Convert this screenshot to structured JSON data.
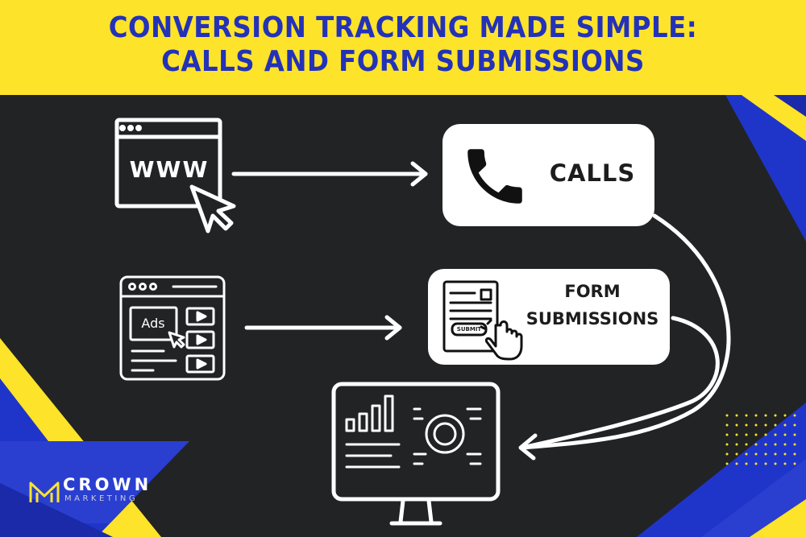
{
  "title": {
    "line1": "CONVERSION TRACKING MADE SIMPLE:",
    "line2": "CALLS AND FORM SUBMISSIONS"
  },
  "website_icon": {
    "text": "WWW"
  },
  "ads_icon": {
    "text": "Ads"
  },
  "calls_node": {
    "label": "CALLS",
    "icon": "phone-icon"
  },
  "form_node": {
    "label_line1": "FORM",
    "label_line2": "SUBMISSIONS",
    "icon": "form-submit-icon",
    "button_text": "SUBMIT"
  },
  "dashboard": {
    "icon": "analytics-monitor-icon"
  },
  "brand": {
    "name": "CROWN",
    "sub": "MARKETING"
  },
  "colors": {
    "yellow": "#fde32a",
    "blue": "#2332b8",
    "dark": "#222324",
    "white": "#ffffff"
  }
}
